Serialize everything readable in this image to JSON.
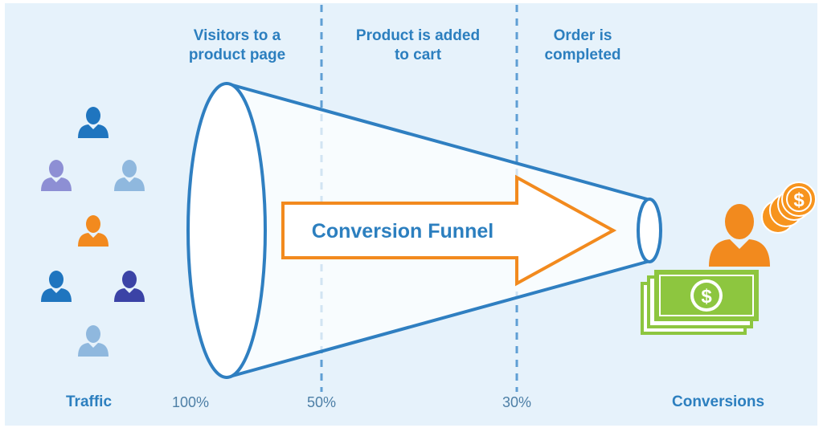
{
  "stages": [
    {
      "label": "Visitors to a\nproduct page"
    },
    {
      "label": "Product is added\nto cart"
    },
    {
      "label": "Order is\ncompleted"
    }
  ],
  "percentages": [
    "100%",
    "50%",
    "30%"
  ],
  "traffic_label": "Traffic",
  "conversions_label": "Conversions",
  "funnel_label": "Conversion Funnel",
  "colors": {
    "panel_bg": "#e6f2fb",
    "funnel_stroke": "#2f7fc1",
    "arrow_stroke": "#f28a1e",
    "label_blue": "#2c7fbf",
    "money_green": "#8dc63f",
    "coin_orange": "#f7941d"
  },
  "traffic_icons": [
    "person-icon-blue",
    "person-icon-purple",
    "person-icon-lightblue",
    "person-icon-orange",
    "person-icon-blue",
    "person-icon-indigo",
    "person-icon-lightblue"
  ],
  "conversion_icons": [
    "person-icon-orange",
    "coin-stack-icon",
    "cash-stack-icon"
  ]
}
